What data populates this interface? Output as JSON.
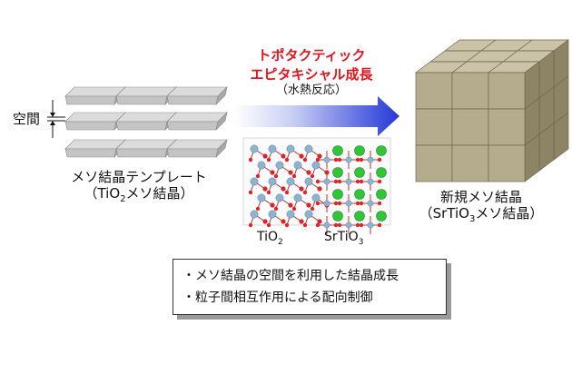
{
  "left": {
    "gap_label": "空間",
    "title_line1": "メソ結晶テンプレート",
    "title_line2_pre": "（TiO",
    "title_line2_sub": "2",
    "title_line2_post": "メソ結晶）"
  },
  "middle": {
    "process_line1": "トポタクティック",
    "process_line2": "エピタキシャル成長",
    "process_line3": "（水熱反応）",
    "label_tio2_pre": "TiO",
    "label_tio2_sub": "2",
    "label_srtio3_pre": "SrTiO",
    "label_srtio3_sub": "3"
  },
  "right": {
    "title_line1": "新規メソ結晶",
    "title_line2_pre": "（SrTiO",
    "title_line2_sub": "3",
    "title_line2_post": "メソ結晶）"
  },
  "summary": {
    "item1": "・メソ結晶の空間を利用した結晶成長",
    "item2": "・粒子間相互作用による配向制御"
  },
  "colors": {
    "arrow_start": "#ffffff",
    "arrow_end": "#2437d8",
    "cube_front": "#b5ab8d",
    "cube_top": "#cbc3a8",
    "cube_side": "#8d8465",
    "plate_top": "#dcdcdc",
    "plate_side": "#a8a8a8",
    "sr_atom": "#2fc63a",
    "ti_atom": "#8bb4cf",
    "o_atom": "#d8262b"
  }
}
